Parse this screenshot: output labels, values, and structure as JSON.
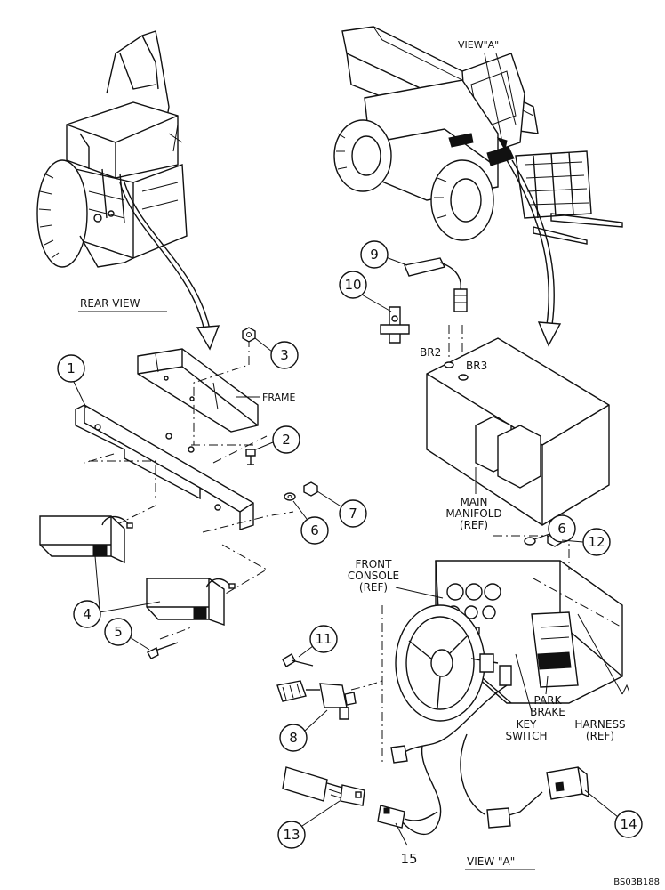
{
  "views": {
    "rear_view": "REAR VIEW",
    "view_a_marker": "VIEW\"A\"",
    "view_a_title": "VIEW \"A\""
  },
  "labels": {
    "frame": "FRAME",
    "br2": "BR2",
    "br3": "BR3",
    "main_manifold": [
      "MAIN",
      "MANIFOLD",
      "(REF)"
    ],
    "front_console": [
      "FRONT",
      "CONSOLE",
      "(REF)"
    ],
    "park_brake": [
      "PARK",
      "BRAKE"
    ],
    "key_switch": [
      "KEY",
      "SWITCH"
    ],
    "harness": [
      "HARNESS",
      "(REF)"
    ]
  },
  "callouts": [
    "1",
    "2",
    "3",
    "4",
    "5",
    "6",
    "7",
    "8",
    "9",
    "10",
    "11",
    "12",
    "13",
    "14",
    "15"
  ],
  "drawing_code": "BS03B188"
}
